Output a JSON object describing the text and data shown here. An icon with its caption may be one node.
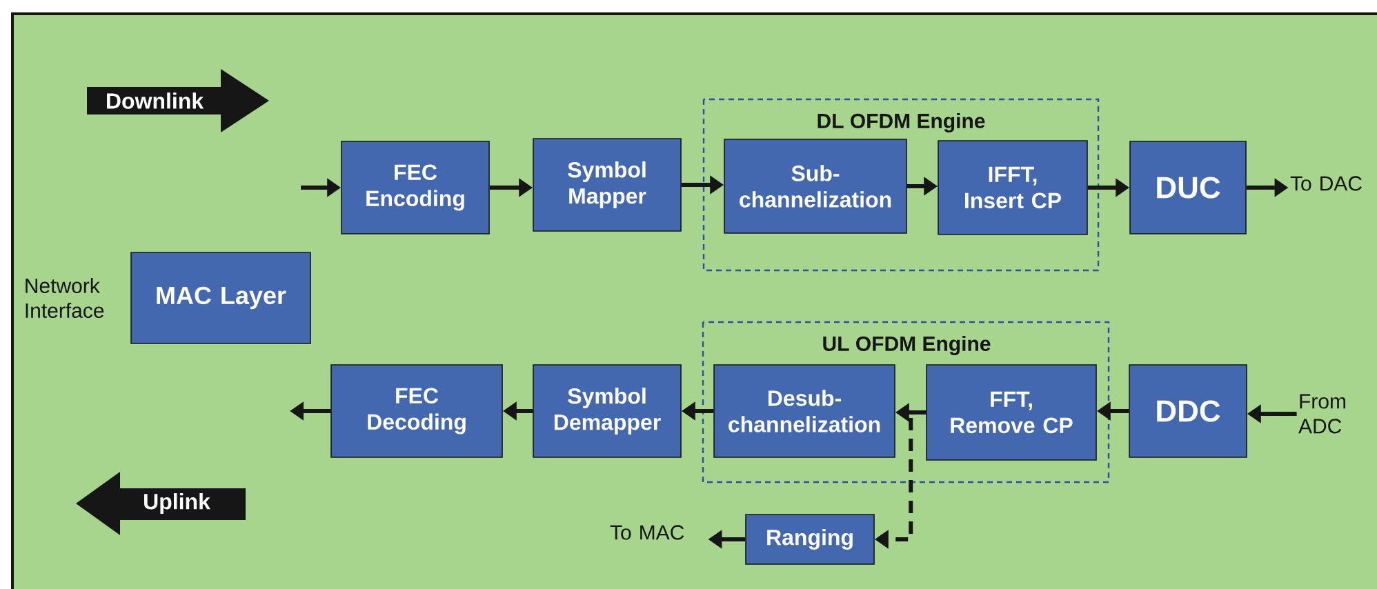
{
  "diagram": {
    "nodes": [
      {
        "text": [
          "Downlink"
        ]
      },
      {
        "text": [
          "Uplink"
        ]
      },
      {
        "text": [
          "MAC Layer"
        ],
        "beside": [
          "Network Interface"
        ]
      },
      {
        "text": [
          "FEC Encoding"
        ]
      },
      {
        "text": [
          "Symbol Mapper"
        ]
      },
      {
        "text": [
          "DL OFDM Engine"
        ]
      },
      {
        "text": [
          "Sub- channelization"
        ],
        "in": 5
      },
      {
        "text": [
          "IFFT, Insert CP"
        ],
        "in": 5
      },
      {
        "text": [
          "DUC"
        ]
      },
      {
        "text": [
          "To DAC"
        ]
      },
      {
        "text": [
          "UL OFDM Engine"
        ]
      },
      {
        "text": [
          "FEC Decoding"
        ]
      },
      {
        "text": [
          "Symbol Demapper"
        ]
      },
      {
        "text": [
          "Desub- channelization"
        ],
        "in": 10
      },
      {
        "text": [
          "FFT, Remove CP"
        ],
        "in": 10
      },
      {
        "text": [
          "DDC"
        ]
      },
      {
        "text": [
          "From ADC"
        ]
      },
      {
        "text": [
          "Ranging"
        ]
      },
      {
        "text": [
          "To MAC"
        ]
      }
    ],
    "edges": [
      {
        "from": null,
        "to": 3,
        "arrow": "to"
      },
      {
        "from": 3,
        "to": 4,
        "arrow": "to"
      },
      {
        "from": 4,
        "to": 6,
        "arrow": "to"
      },
      {
        "from": 6,
        "to": 7,
        "arrow": "to"
      },
      {
        "from": 7,
        "to": 8,
        "arrow": "to"
      },
      {
        "from": 8,
        "to": 9,
        "arrow": "to"
      },
      {
        "from": 16,
        "to": 15,
        "arrow": "to"
      },
      {
        "from": 15,
        "to": 14,
        "arrow": "to"
      },
      {
        "from": 14,
        "to": 13,
        "arrow": "to"
      },
      {
        "from": 13,
        "to": 12,
        "arrow": "to"
      },
      {
        "from": 12,
        "to": 11,
        "arrow": "to"
      },
      {
        "from": 11,
        "to": null,
        "arrow": "to"
      },
      {
        "from": 14,
        "to": 17,
        "arrow": "to",
        "style": "dashed"
      },
      {
        "from": 17,
        "to": 18,
        "arrow": "to"
      }
    ]
  }
}
